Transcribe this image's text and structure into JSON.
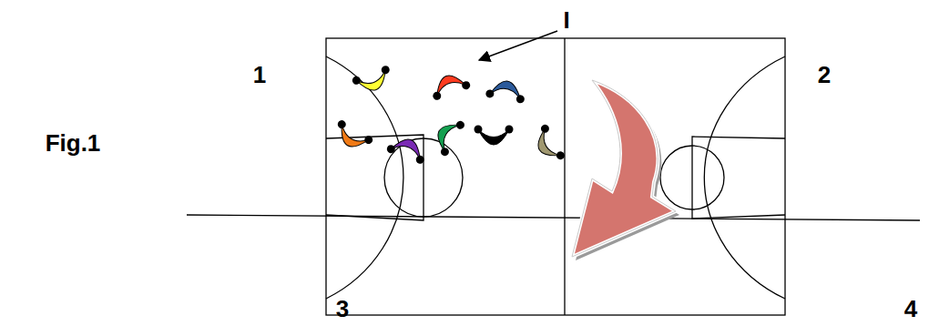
{
  "diagram": {
    "labels": [
      "Fig.1",
      "1",
      "2",
      "3",
      "4",
      "I"
    ]
  }
}
